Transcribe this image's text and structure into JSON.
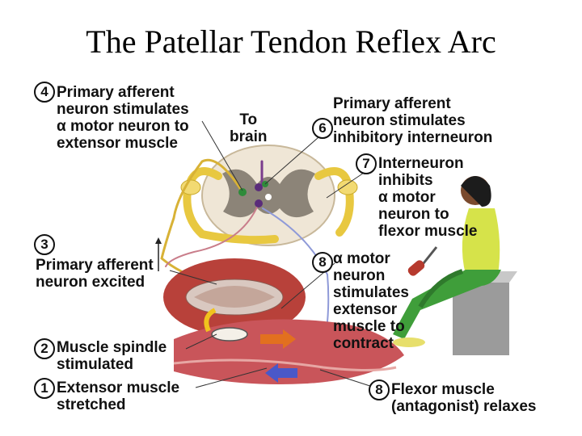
{
  "title": "The Patellar Tendon Reflex Arc",
  "to_brain": [
    "To",
    "brain"
  ],
  "steps": [
    {
      "num": "1",
      "lines": [
        "Extensor muscle",
        "stretched"
      ]
    },
    {
      "num": "2",
      "lines": [
        "Muscle spindle",
        "stimulated"
      ]
    },
    {
      "num": "3",
      "lines": [
        "Primary afferent",
        "neuron excited"
      ]
    },
    {
      "num": "4",
      "lines": [
        "Primary afferent",
        "neuron stimulates",
        "α motor neuron to",
        "extensor muscle"
      ]
    },
    {
      "num": "6",
      "lines": [
        "Primary afferent",
        "neuron stimulates",
        "inhibitory interneuron"
      ]
    },
    {
      "num": "7",
      "lines": [
        "Interneuron",
        "inhibits",
        "α motor",
        "neuron to",
        "flexor muscle"
      ]
    },
    {
      "num": "8",
      "lines": [
        "α motor",
        "neuron",
        "stimulates",
        "extensor",
        "muscle to",
        "contract"
      ]
    },
    {
      "num": "8",
      "lines": [
        "Flexor muscle",
        "(antagonist) relaxes"
      ]
    }
  ],
  "colors": {
    "nerve": "#e8c840",
    "muscle": "#b8413a",
    "gray_matter": "#8c8478",
    "arrow_orange": "#e2701f",
    "arrow_blue": "#4a58c8"
  }
}
